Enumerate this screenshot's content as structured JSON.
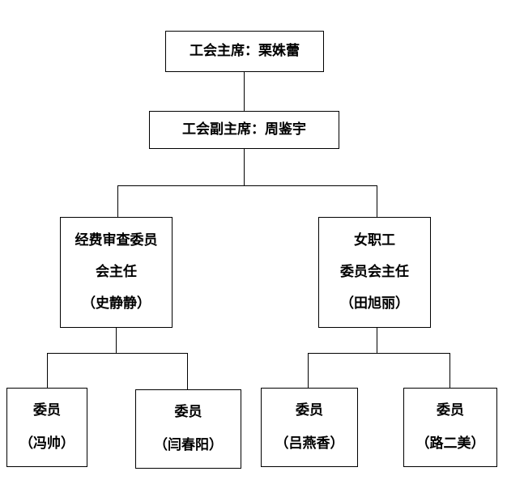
{
  "org_chart": {
    "chairman": {
      "text": "工会主席：栗姝蕾"
    },
    "vice_chairman": {
      "text": "工会副主席：周鉴宇"
    },
    "audit_committee": {
      "lines": [
        "经费审查委员",
        "会主任",
        "（史静静）"
      ],
      "members": [
        {
          "title": "委员",
          "name": "（冯帅）"
        },
        {
          "title": "委员",
          "name": "（闫春阳）"
        }
      ]
    },
    "women_committee": {
      "lines": [
        "女职工",
        "委员会主任",
        "（田旭丽）"
      ],
      "members": [
        {
          "title": "委员",
          "name": "（吕燕香）"
        },
        {
          "title": "委员",
          "name": "（路二美）"
        }
      ]
    }
  }
}
